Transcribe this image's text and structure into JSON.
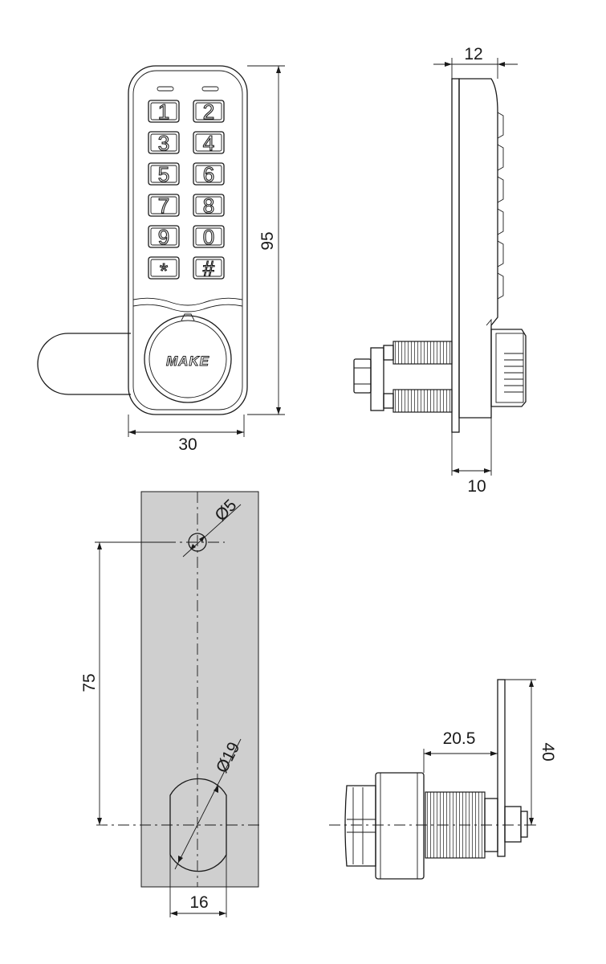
{
  "brand": {
    "logo_text": "MAKE"
  },
  "keypad": {
    "keys": [
      "1",
      "2",
      "3",
      "4",
      "5",
      "6",
      "7",
      "8",
      "9",
      "0",
      "*",
      "#"
    ]
  },
  "dimensions": {
    "height": "95",
    "width": "30",
    "side_depth_top": "12",
    "side_depth_bottom": "10",
    "hole_small": "Ø5",
    "hole_large": "Ø19",
    "hole_spacing": "75",
    "hole_width": "16",
    "cam_length": "20.5",
    "cam_arm": "40"
  },
  "colors": {
    "line": "#1a1a1a",
    "panel_fill": "#cfcfcf",
    "background": "#ffffff"
  }
}
